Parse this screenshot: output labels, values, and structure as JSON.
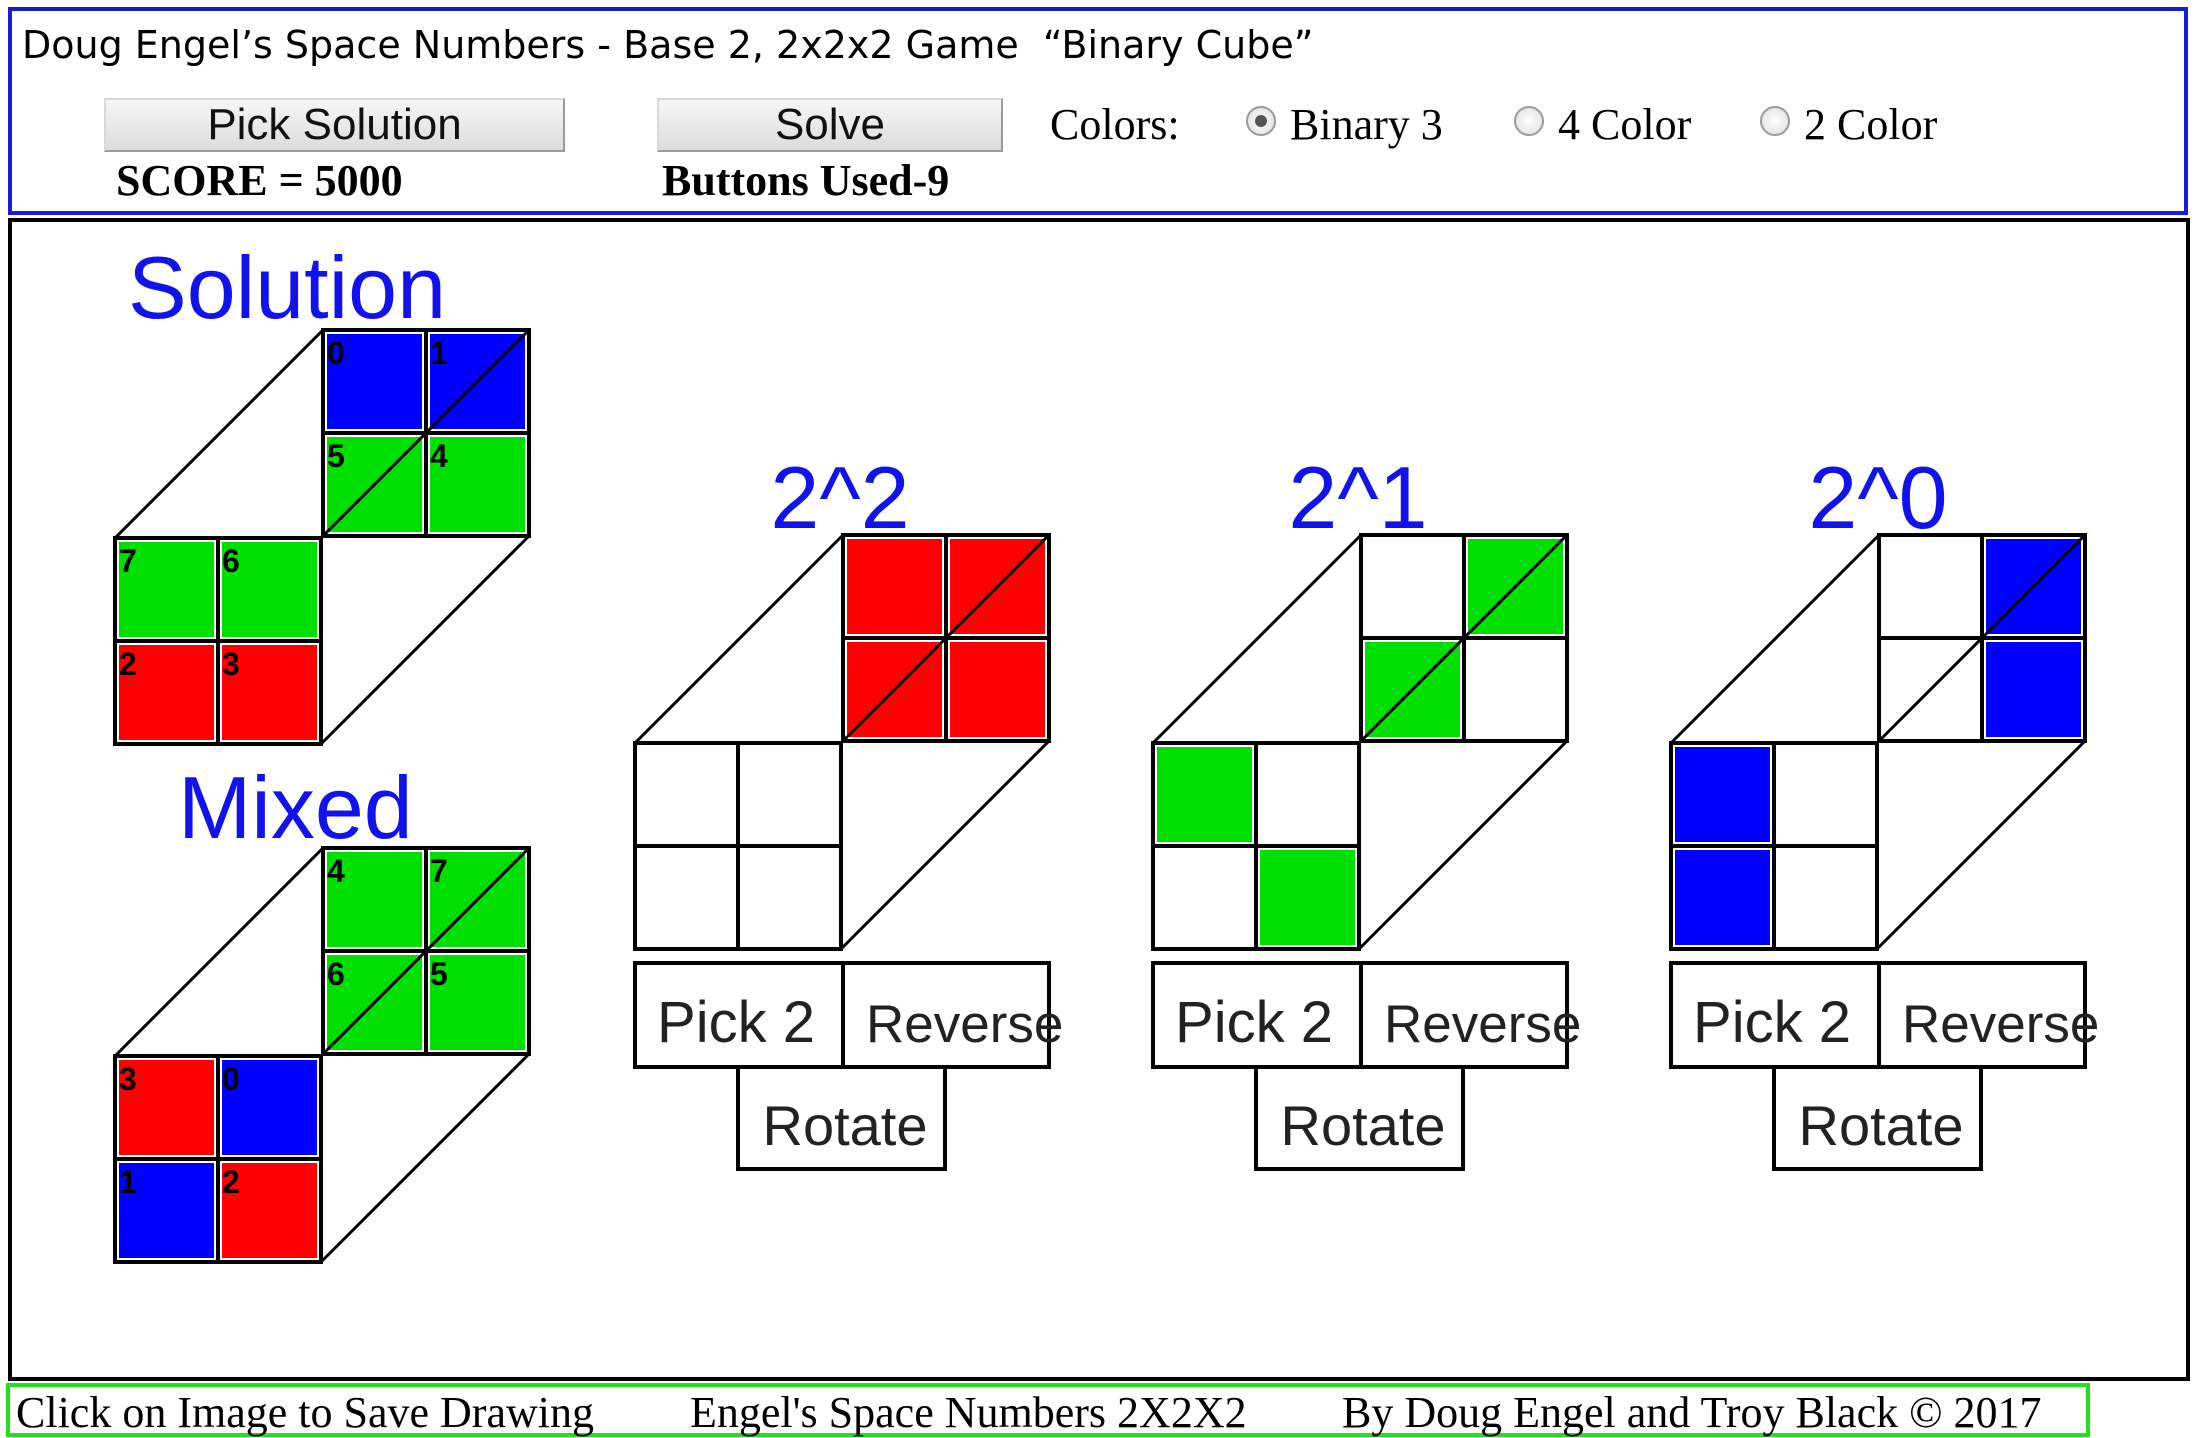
{
  "header": {
    "title": "Doug Engel’s Space Numbers - Base 2, 2x2x2 Game  “Binary Cube”",
    "pick_solution_label": "Pick Solution",
    "solve_label": "Solve",
    "score_text": "SCORE = 5000",
    "buttons_used_text": "Buttons Used-9",
    "colors_label": "Colors:",
    "color_options": [
      {
        "label": "Binary 3",
        "selected": true
      },
      {
        "label": "4 Color",
        "selected": false
      },
      {
        "label": "2 Color",
        "selected": false
      }
    ]
  },
  "board": {
    "solution_title": "Solution",
    "mixed_title": "Mixed",
    "colors": {
      "red": "#ff0000",
      "green": "#00e000",
      "blue": "#0000ff",
      "title": "#1212ee"
    },
    "solution_cells": [
      {
        "label": "0",
        "color": "blue"
      },
      {
        "label": "1",
        "color": "blue"
      },
      {
        "label": "5",
        "color": "green"
      },
      {
        "label": "4",
        "color": "green"
      },
      {
        "label": "7",
        "color": "green"
      },
      {
        "label": "6",
        "color": "green"
      },
      {
        "label": "2",
        "color": "red"
      },
      {
        "label": "3",
        "color": "red"
      }
    ],
    "mixed_cells": [
      {
        "label": "4",
        "color": "green"
      },
      {
        "label": "7",
        "color": "green"
      },
      {
        "label": "6",
        "color": "green"
      },
      {
        "label": "5",
        "color": "green"
      },
      {
        "label": "3",
        "color": "red"
      },
      {
        "label": "0",
        "color": "blue"
      },
      {
        "label": "1",
        "color": "blue"
      },
      {
        "label": "2",
        "color": "red"
      }
    ],
    "digit_panels": [
      {
        "title": "2^2",
        "cells": [
          "red",
          "red",
          "red",
          "red",
          "",
          "",
          "",
          ""
        ],
        "pick_label": "Pick 2",
        "reverse_label": "Reverse",
        "rotate_label": "Rotate"
      },
      {
        "title": "2^1",
        "cells": [
          "",
          "green",
          "green",
          "",
          "green",
          "",
          "",
          "green"
        ],
        "pick_label": "Pick 2",
        "reverse_label": "Reverse",
        "rotate_label": "Rotate"
      },
      {
        "title": "2^0",
        "cells": [
          "",
          "blue",
          "",
          "blue",
          "blue",
          "",
          "blue",
          ""
        ],
        "pick_label": "Pick 2",
        "reverse_label": "Reverse",
        "rotate_label": "Rotate"
      }
    ]
  },
  "footer": {
    "save_hint": "Click on Image to Save Drawing",
    "product": "Engel's Space Numbers 2X2X2",
    "credit": "By Doug Engel and Troy Black © 2017"
  }
}
